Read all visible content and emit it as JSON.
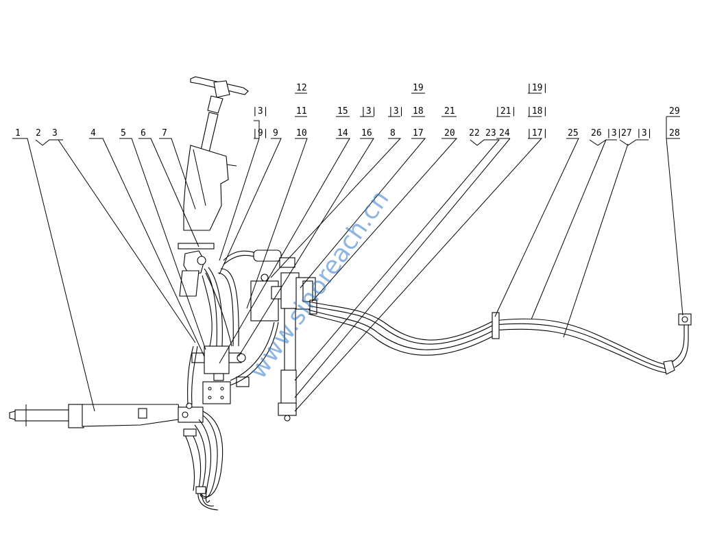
{
  "labels": {
    "l1": "1",
    "l2": "2",
    "l3": "3",
    "l4": "4",
    "l5": "5",
    "l6": "6",
    "l7": "7",
    "l9top": "|9|",
    "l3a": "|3|",
    "l9": "9",
    "l10": "10",
    "l11": "11",
    "l12": "12",
    "l14": "14",
    "l15": "15",
    "l16": "16",
    "l3b": "|3|",
    "l8": "8",
    "l3c": "|3|",
    "l17": "17",
    "l18": "18",
    "l19": "19",
    "l20": "20",
    "l21": "21",
    "l22": "22",
    "l23": "23",
    "l24": "24",
    "l21b": "|21|",
    "l17b": "|17|",
    "l18b": "|18|",
    "l19b": "|19|",
    "l25": "25",
    "l26": "26",
    "l3d": "|3|",
    "l27": "27",
    "l3e": "|3|",
    "l28": "28",
    "l29": "29"
  },
  "watermark": "www.sinoreach.cn",
  "colors": {
    "line": "#000000",
    "watermark": "#2f78c6"
  }
}
